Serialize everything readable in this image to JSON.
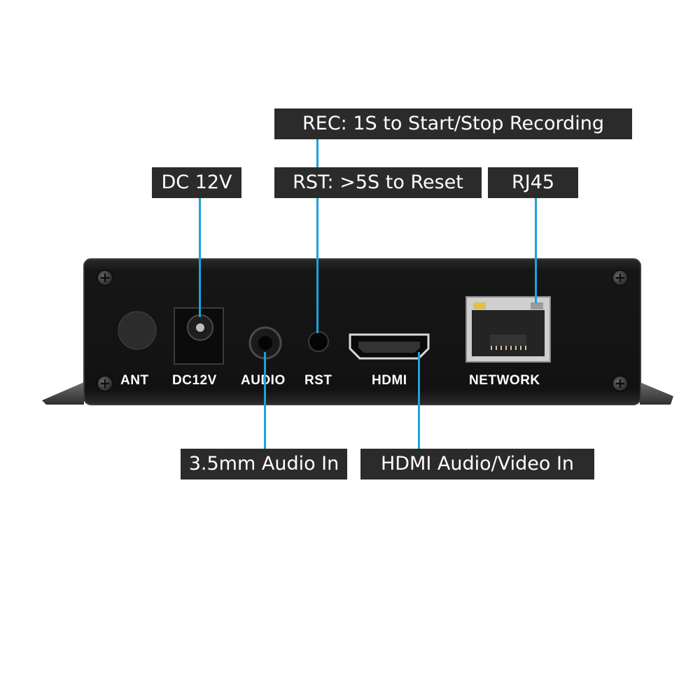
{
  "colors": {
    "callout_bg": "#2b2b2b",
    "callout_text": "#ffffff",
    "leader_line": "#1aa3dc",
    "chassis": "#141414"
  },
  "callouts": {
    "rec": "REC: 1S to Start/Stop Recording",
    "dc": "DC 12V",
    "rst": "RST:  >5S to Reset",
    "rj45": "RJ45",
    "audio_in": "3.5mm Audio In",
    "hdmi_in": "HDMI Audio/Video In"
  },
  "panel_labels": {
    "ant": "ANT",
    "dc": "DC12V",
    "audio": "AUDIO",
    "rst": "RST",
    "hdmi": "HDMI",
    "network": "NETWORK"
  }
}
